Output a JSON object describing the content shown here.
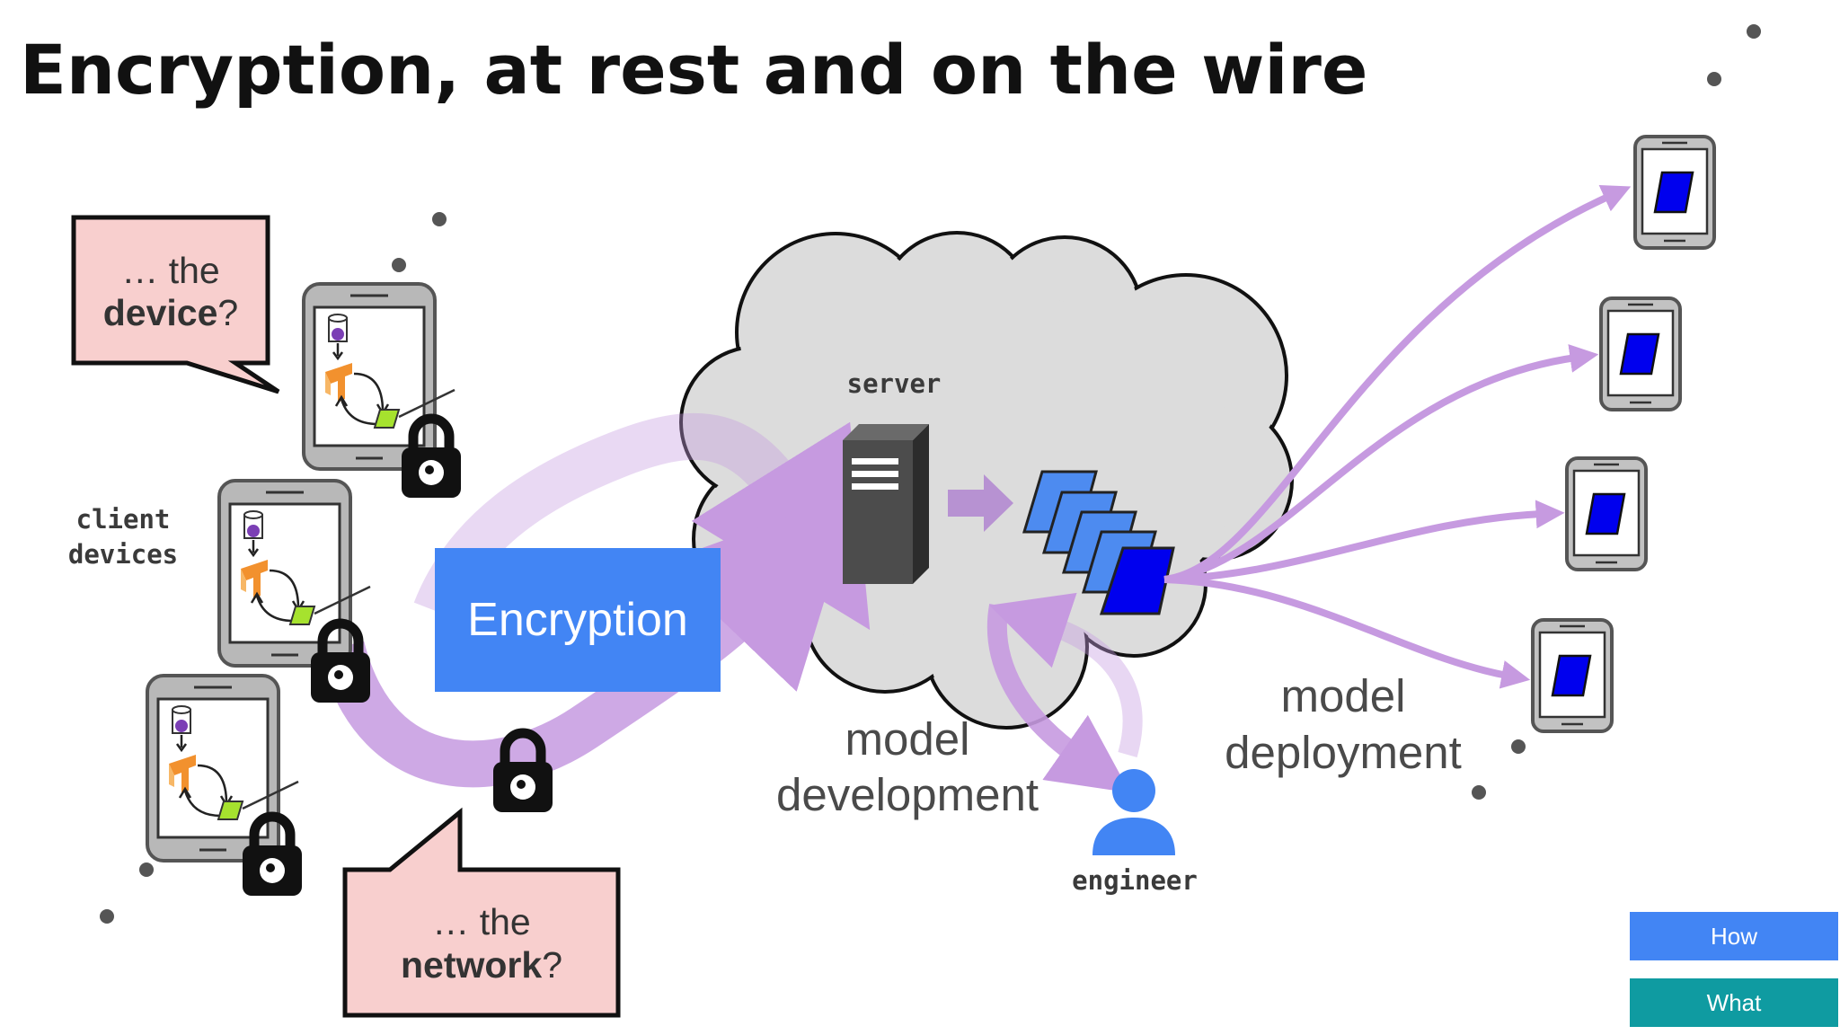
{
  "title": "Encryption, at rest and on the wire",
  "labels": {
    "server": "server",
    "client_devices_1": "client",
    "client_devices_2": "devices",
    "engineer": "engineer",
    "model_development_1": "model",
    "model_development_2": "development",
    "model_deployment_1": "model",
    "model_deployment_2": "deployment"
  },
  "encryption_box": {
    "label": "Encryption"
  },
  "callouts": {
    "device": {
      "prefix": "… the",
      "bold": "device",
      "suffix": "?"
    },
    "network": {
      "prefix": "… the",
      "bold": "network",
      "suffix": "?"
    }
  },
  "nav": {
    "how": "How",
    "what": "What"
  },
  "colors": {
    "accent_blue": "#4285f4",
    "teal": "#0f9ba1",
    "arrow_purple": "#c69ae0",
    "callout_fill": "#f8cfce",
    "cloud_fill": "#dcdcdc",
    "model_blue": "#0000ee",
    "tf_orange": "#f2912e",
    "lime": "#a6e22e"
  },
  "icons": [
    "cloud-icon",
    "server-icon",
    "phone-icon",
    "padlock-icon",
    "person-icon",
    "tensorflow-icon",
    "database-icon",
    "model-stack-icon"
  ]
}
